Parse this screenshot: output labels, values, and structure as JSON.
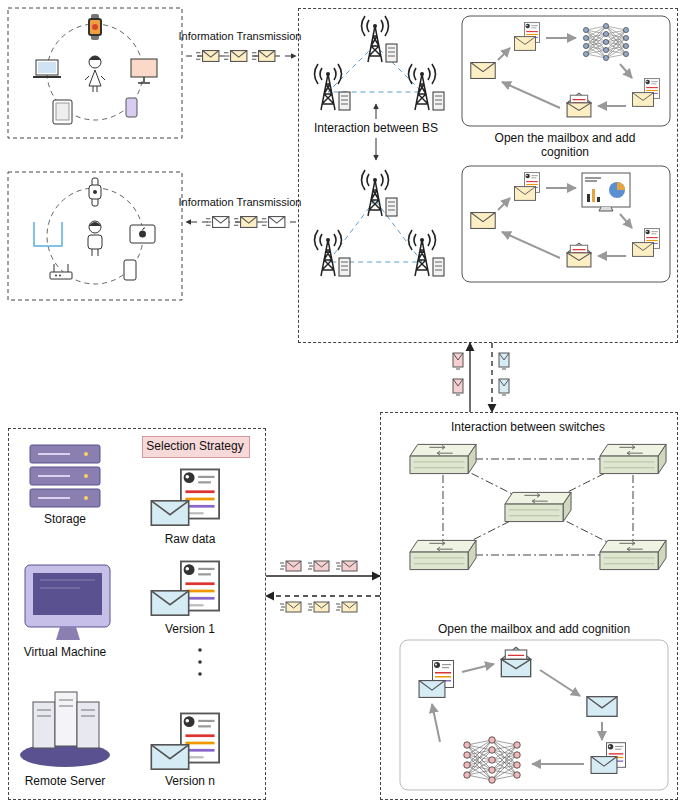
{
  "diagram": {
    "nodes": [
      {
        "text": [
          "Interaction between BS",
          "Open the mailbox and add cognition"
        ]
      },
      {
        "text": [
          "Interaction between switches",
          "Open the mailbox and add cognition"
        ]
      },
      {
        "text": [
          "Storage",
          "Raw data",
          "Virtual Machine",
          "Version 1",
          "Remote Server",
          "Version n"
        ]
      },
      {
        "text": [
          "Selection Strategy"
        ],
        "in": 2
      }
    ],
    "edges": [
      {
        "from": 1,
        "to": 0,
        "arrow": "to"
      },
      {
        "from": 0,
        "to": 1,
        "arrow": "to"
      },
      {
        "from": 2,
        "to": 1,
        "arrow": "to"
      },
      {
        "from": 1,
        "to": 2,
        "arrow": "to"
      }
    ],
    "labels": [
      "Information Transmission",
      "Information Transmission"
    ]
  }
}
